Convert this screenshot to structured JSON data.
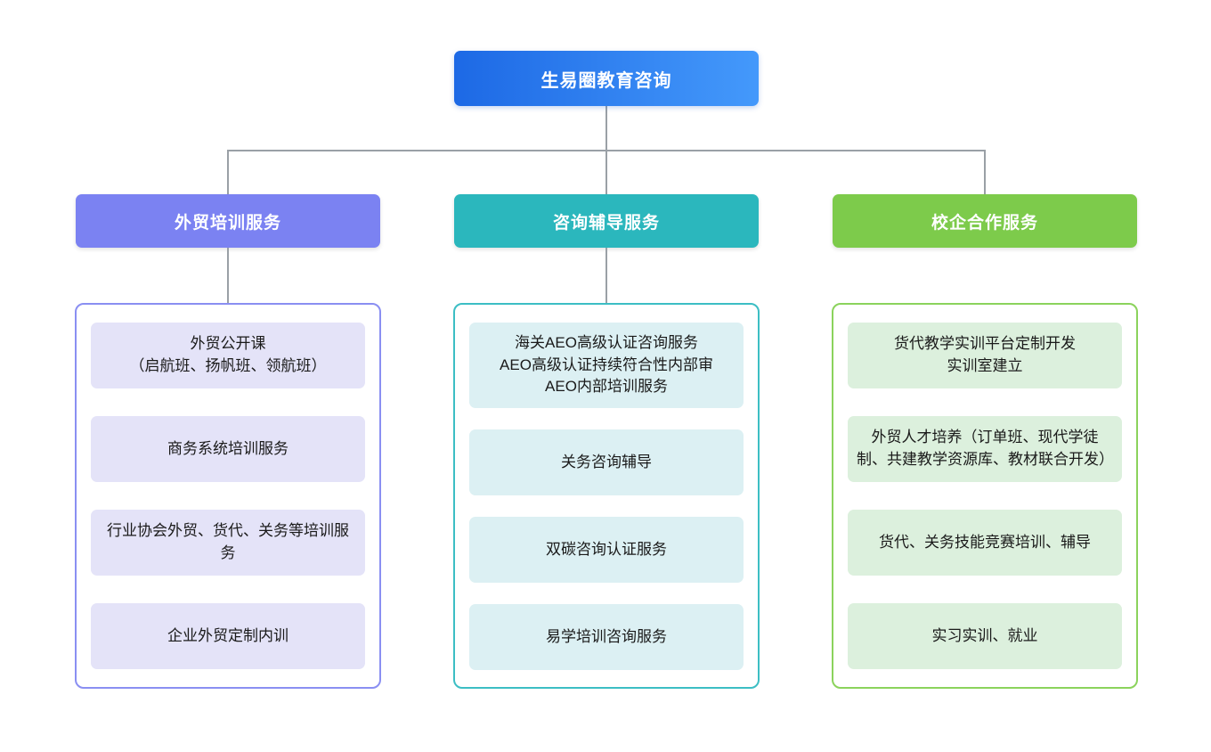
{
  "root": {
    "label": "生易圈教育咨询",
    "gradient_from": "#1d69e5",
    "gradient_to": "#4499fb"
  },
  "connector_color": "#9aa0a6",
  "branches": [
    {
      "label": "外贸培训服务",
      "theme": {
        "header_bg": "#7b82f2",
        "container_border": "#8a8ff2",
        "item_bg": "#e4e3f8"
      },
      "items": [
        "外贸公开课\n（启航班、扬帆班、领航班）",
        "商务系统培训服务",
        "行业协会外贸、货代、关务等培训服务",
        "企业外贸定制内训"
      ]
    },
    {
      "label": "咨询辅导服务",
      "theme": {
        "header_bg": "#2bb7bd",
        "container_border": "#3cbec4",
        "item_bg": "#dcf0f3"
      },
      "items": [
        "海关AEO高级认证咨询服务\nAEO高级认证持续符合性内部审\nAEO内部培训服务",
        "关务咨询辅导",
        "双碳咨询认证服务",
        "易学培训咨询服务"
      ]
    },
    {
      "label": "校企合作服务",
      "theme": {
        "header_bg": "#7dcb4b",
        "container_border": "#8bd35c",
        "item_bg": "#dcf0dd"
      },
      "items": [
        "货代教学实训平台定制开发\n实训室建立",
        "外贸人才培养（订单班、现代学徒制、共建教学资源库、教材联合开发）",
        "货代、关务技能竞赛培训、辅导",
        "实习实训、就业"
      ]
    }
  ]
}
